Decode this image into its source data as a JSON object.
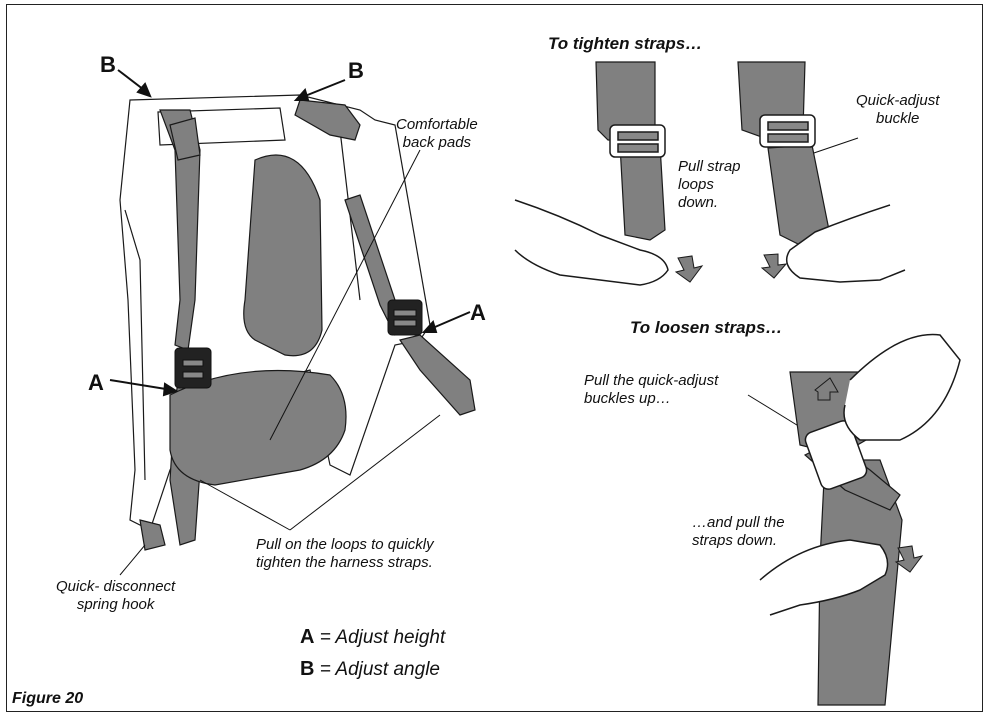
{
  "figure_label": "Figure 20",
  "sections": {
    "tighten_title": "To tighten straps…",
    "loosen_title": "To loosen straps…"
  },
  "callouts": {
    "back_pads": [
      "Comfortable",
      "back pads"
    ],
    "pull_strap": [
      "Pull strap",
      "loops",
      "down."
    ],
    "quick_adjust": [
      "Quick-adjust",
      "buckle"
    ],
    "pull_buckles": [
      "Pull the quick-adjust",
      "buckles up…"
    ],
    "pull_straps_down": [
      "…and pull the",
      "straps down."
    ],
    "pull_loops": [
      "Pull on the loops to quickly",
      "tighten the harness straps."
    ],
    "spring_hook": [
      "Quick- disconnect",
      "spring hook"
    ]
  },
  "markers": {
    "a": "A",
    "b": "B"
  },
  "legend": [
    {
      "key": "A",
      "text": "= Adjust height"
    },
    {
      "key": "B",
      "text": "=  Adjust angle"
    }
  ],
  "colors": {
    "strap": "#808080",
    "strap_dark": "#555555",
    "frame": "#222222",
    "outline": "#1a1a1a"
  }
}
